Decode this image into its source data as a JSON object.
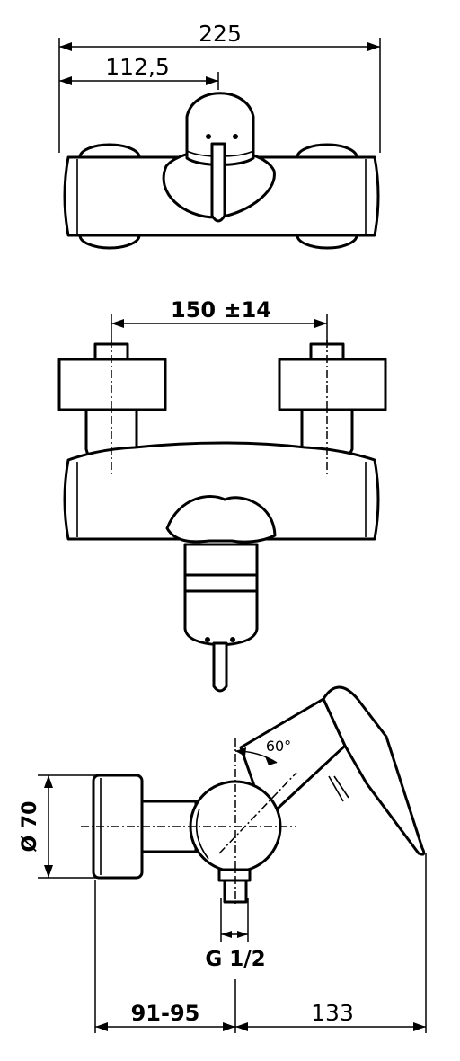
{
  "dimensions": {
    "overall_width": "225",
    "half_width": "112,5",
    "center_distance": "150 ±14",
    "diameter": "Ø 70",
    "angle": "60°",
    "thread": "G 1/2",
    "wall_depth": "91-95",
    "spout_reach": "133"
  },
  "colors": {
    "line": "#000000",
    "background": "#ffffff"
  }
}
